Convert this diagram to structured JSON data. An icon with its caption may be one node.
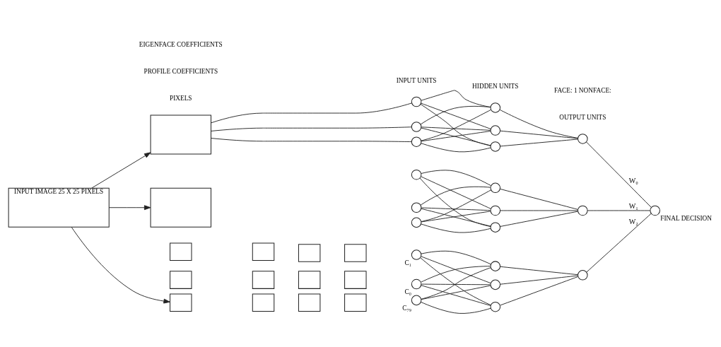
{
  "diagram": {
    "nodes": [
      {
        "text": [
          "INPUT IMAGE 25 X 25 PIXELS"
        ]
      },
      {
        "text": [],
        "shape": "box"
      },
      {
        "text": [],
        "shape": "box"
      },
      {
        "text": [],
        "shape": "box"
      },
      {
        "text": [],
        "shape": "box"
      },
      {
        "text": [],
        "shape": "box"
      },
      {
        "text": [],
        "shape": "box"
      },
      {
        "text": [],
        "shape": "box"
      },
      {
        "text": [],
        "shape": "box"
      },
      {
        "text": [],
        "shape": "box"
      },
      {
        "text": [],
        "shape": "box"
      },
      {
        "text": [],
        "shape": "box"
      },
      {
        "text": [],
        "shape": "box"
      },
      {
        "text": [],
        "shape": "box"
      },
      {
        "text": [],
        "shape": "box"
      },
      {
        "text": [],
        "shape": "circle"
      },
      {
        "text": [],
        "shape": "circle"
      },
      {
        "text": [],
        "shape": "circle"
      },
      {
        "text": [],
        "shape": "circle"
      },
      {
        "text": [],
        "shape": "circle"
      },
      {
        "text": [],
        "shape": "circle"
      },
      {
        "text": [],
        "shape": "circle"
      },
      {
        "text": [],
        "shape": "circle"
      },
      {
        "text": [],
        "shape": "circle"
      },
      {
        "text": [],
        "shape": "circle"
      },
      {
        "text": [],
        "shape": "circle"
      },
      {
        "text": [],
        "shape": "circle"
      },
      {
        "text": [],
        "shape": "circle"
      },
      {
        "text": [],
        "shape": "circle"
      },
      {
        "text": [],
        "shape": "circle",
        "beside": [
          "C₀"
        ]
      },
      {
        "text": [],
        "shape": "circle",
        "beside": [
          "C₁"
        ]
      },
      {
        "text": [],
        "shape": "circle",
        "beside": [
          "C₇₉"
        ]
      },
      {
        "text": [],
        "shape": "circle"
      },
      {
        "text": [],
        "shape": "circle"
      },
      {
        "text": [],
        "shape": "circle"
      },
      {
        "text": [],
        "shape": "circle"
      },
      {
        "text": [],
        "shape": "circle",
        "beside": [
          "FINAL DECISION"
        ]
      }
    ],
    "edges": [
      {
        "from": 0,
        "to": 1,
        "arrow": "to"
      },
      {
        "from": 0,
        "to": 2,
        "arrow": "to"
      },
      {
        "from": 0,
        "to": 11,
        "arrow": "to"
      },
      {
        "from": 1,
        "to": 15,
        "arrow": "none"
      },
      {
        "from": 1,
        "to": 16,
        "arrow": "none"
      },
      {
        "from": 1,
        "to": 17,
        "arrow": "none"
      },
      {
        "from": 15,
        "to": 18,
        "arrow": "none"
      },
      {
        "from": 15,
        "to": 19,
        "arrow": "none"
      },
      {
        "from": 15,
        "to": 20,
        "arrow": "none"
      },
      {
        "from": 16,
        "to": 18,
        "arrow": "none"
      },
      {
        "from": 16,
        "to": 19,
        "arrow": "none"
      },
      {
        "from": 16,
        "to": 20,
        "arrow": "none"
      },
      {
        "from": 17,
        "to": 18,
        "arrow": "none"
      },
      {
        "from": 17,
        "to": 19,
        "arrow": "none"
      },
      {
        "from": 17,
        "to": 20,
        "arrow": "none"
      },
      {
        "from": 18,
        "to": 21,
        "arrow": "none"
      },
      {
        "from": 19,
        "to": 21,
        "arrow": "none"
      },
      {
        "from": 20,
        "to": 21,
        "arrow": "none"
      },
      {
        "from": 22,
        "to": 25,
        "arrow": "none"
      },
      {
        "from": 22,
        "to": 26,
        "arrow": "none"
      },
      {
        "from": 22,
        "to": 27,
        "arrow": "none"
      },
      {
        "from": 23,
        "to": 25,
        "arrow": "none"
      },
      {
        "from": 23,
        "to": 26,
        "arrow": "none"
      },
      {
        "from": 23,
        "to": 27,
        "arrow": "none"
      },
      {
        "from": 24,
        "to": 25,
        "arrow": "none"
      },
      {
        "from": 24,
        "to": 26,
        "arrow": "none"
      },
      {
        "from": 24,
        "to": 27,
        "arrow": "none"
      },
      {
        "from": 25,
        "to": 28,
        "arrow": "none"
      },
      {
        "from": 26,
        "to": 28,
        "arrow": "none"
      },
      {
        "from": 27,
        "to": 28,
        "arrow": "none"
      },
      {
        "from": 29,
        "to": 32,
        "arrow": "none"
      },
      {
        "from": 29,
        "to": 33,
        "arrow": "none"
      },
      {
        "from": 29,
        "to": 34,
        "arrow": "none"
      },
      {
        "from": 30,
        "to": 32,
        "arrow": "none"
      },
      {
        "from": 30,
        "to": 33,
        "arrow": "none"
      },
      {
        "from": 30,
        "to": 34,
        "arrow": "none"
      },
      {
        "from": 31,
        "to": 32,
        "arrow": "none"
      },
      {
        "from": 31,
        "to": 33,
        "arrow": "none"
      },
      {
        "from": 31,
        "to": 34,
        "arrow": "none"
      },
      {
        "from": 32,
        "to": 35,
        "arrow": "none"
      },
      {
        "from": 33,
        "to": 35,
        "arrow": "none"
      },
      {
        "from": 34,
        "to": 35,
        "arrow": "none"
      },
      {
        "from": 21,
        "to": 36,
        "label": "W₀",
        "arrow": "none"
      },
      {
        "from": 28,
        "to": 36,
        "label": "W₁",
        "arrow": "none"
      },
      {
        "from": 35,
        "to": 36,
        "label": "W₂",
        "arrow": "none"
      }
    ],
    "labels": [
      "INPUT UNITS",
      "HIDDEN UNITS",
      "OUTPUT UNITS",
      "FACE: 1 NONFACE:",
      "PIXELS",
      "PROFILE COEFFICIENTS",
      "EIGENFACE COEFFICIENTS"
    ]
  }
}
